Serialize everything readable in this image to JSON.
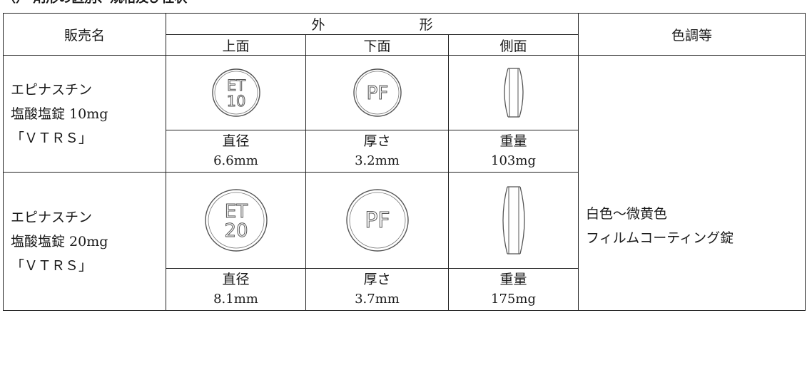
{
  "heading": "（） 剤形の区別、規格及び性状",
  "table": {
    "headers": {
      "name": "販売名",
      "appearance_left": "外",
      "appearance_right": "形",
      "top": "上面",
      "bottom": "下面",
      "side": "側面",
      "color": "色調等"
    },
    "products": [
      {
        "name_line1": "エピナスチン",
        "name_line2": "塩酸塩錠 10mg",
        "name_line3": "「ＶＴＲＳ」",
        "top_mark_line1": "ET",
        "top_mark_line2": "10",
        "bottom_mark": "PF",
        "diameter_label": "直径",
        "diameter_value": "6.6mm",
        "thickness_label": "厚さ",
        "thickness_value": "3.2mm",
        "weight_label": "重量",
        "weight_value": "103mg"
      },
      {
        "name_line1": "エピナスチン",
        "name_line2": "塩酸塩錠 20mg",
        "name_line3": "「ＶＴＲＳ」",
        "top_mark_line1": "ET",
        "top_mark_line2": "20",
        "bottom_mark": "PF",
        "diameter_label": "直径",
        "diameter_value": "8.1mm",
        "thickness_label": "厚さ",
        "thickness_value": "3.7mm",
        "weight_label": "重量",
        "weight_value": "175mg"
      }
    ],
    "color_line1": "白色～微黄色",
    "color_line2": "フィルムコーティング錠"
  },
  "colors": {
    "line": "#222222",
    "text": "#1a1a1a",
    "drawing": "#555555"
  }
}
